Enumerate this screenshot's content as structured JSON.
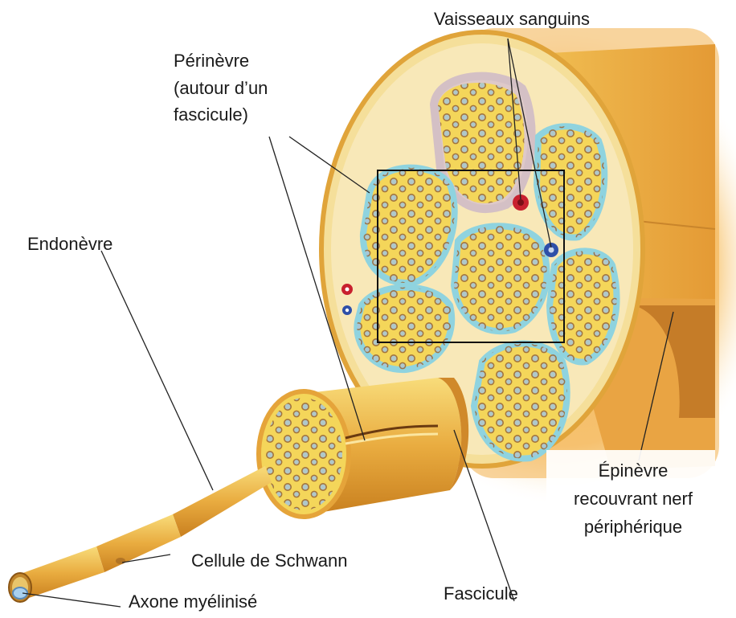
{
  "labels": {
    "vaisseaux": "Vaisseaux sanguins",
    "perinevre_l1": "Périnèvre",
    "perinevre_l2": "(autour d’un",
    "perinevre_l3": "fascicule)",
    "endonevre": "Endonèvre",
    "epinevre_l1": "Épinèvre",
    "epinevre_l2": "recouvrant nerf",
    "epinevre_l3": "périphérique",
    "schwann": "Cellule de Schwann",
    "axone": "Axone myélinisé",
    "fascicule": "Fascicule"
  },
  "colors": {
    "nerve_yellow": "#f3c94a",
    "nerve_orange": "#e8a23a",
    "fascicle_fill": "#f2d75a",
    "perineurium_blue": "#8fd3df",
    "vessel_red": "#c8202e",
    "vessel_blue": "#2e4fa8",
    "zoom_box": "#111111"
  }
}
